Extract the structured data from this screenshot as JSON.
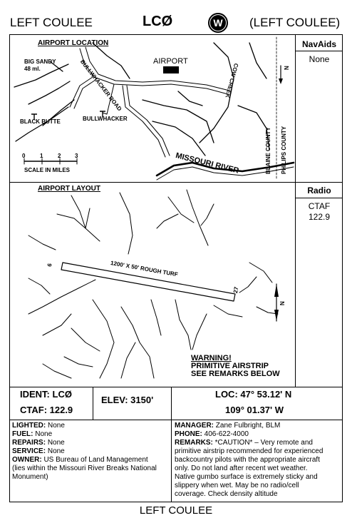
{
  "header": {
    "name_left": "LEFT COULEE",
    "identifier": "LCØ",
    "badge_letter": "W",
    "name_right": "(LEFT COULEE)"
  },
  "location_map": {
    "title": "AIRPORT LOCATION",
    "labels": {
      "big_sandy_1": "BIG SANDY",
      "big_sandy_2": "48 ml.",
      "bullwhacker_road": "BULLWHACKER ROAD",
      "airport": "AIRPORT",
      "cow_creek": "COW CREEK",
      "black_butte": "BLACK BUTTE",
      "bullwhacker": "BULLWHACKER",
      "missouri_river": "MISSOURI RIVER",
      "blaine_county": "BLAINE COUNTY",
      "philips_county": "PHILIPS COUNTY",
      "north": "N",
      "scale_caption": "SCALE IN MILES",
      "scale_ticks": [
        "0",
        "1",
        "2",
        "3"
      ]
    }
  },
  "navaids": {
    "heading": "NavAids",
    "value": "None"
  },
  "layout_map": {
    "title": "AIRPORT LAYOUT",
    "runway_label": "1200' X 50' ROUGH TURF",
    "runway_end_a": "9",
    "runway_end_b": "27",
    "north": "N",
    "warning_1": "WARNING!",
    "warning_2": "PRIMITIVE AIRSTRIP",
    "warning_3": "SEE REMARKS BELOW"
  },
  "radio": {
    "heading": "Radio",
    "line1": "CTAF",
    "line2": "122.9"
  },
  "info": {
    "ident": "IDENT: LCØ",
    "ctaf": "CTAF: 122.9",
    "elev": "ELEV: 3150'",
    "loc_lat": "LOC: 47° 53.12' N",
    "loc_lon": "109° 01.37' W"
  },
  "details_left": [
    {
      "label": "LIGHTED:",
      "value": " None"
    },
    {
      "label": "FUEL:",
      "value": " None"
    },
    {
      "label": "REPAIRS:",
      "value": " None"
    },
    {
      "label": "SERVICE:",
      "value": " None"
    },
    {
      "label": "OWNER:",
      "value": " US Bureau of Land Management"
    },
    {
      "label": "",
      "value": "(lies within the Missouri River Breaks National"
    },
    {
      "label": "",
      "value": "Monument)"
    }
  ],
  "details_right": [
    {
      "label": "MANAGER:",
      "value": "  Zane Fulbright, BLM"
    },
    {
      "label": "PHONE:",
      "value": " 406-622-4000"
    },
    {
      "label": "REMARKS:",
      "value": " *CAUTION* – Very remote and"
    },
    {
      "label": "",
      "value": "primitive airstrip recommended for experienced"
    },
    {
      "label": "",
      "value": "backcountry pilots with the appropriate aircraft"
    },
    {
      "label": "",
      "value": "only.  Do not land after recent wet weather."
    },
    {
      "label": "",
      "value": "Native gumbo surface is extremely sticky and"
    },
    {
      "label": "",
      "value": "slippery when wet.  May be no radio/cell"
    },
    {
      "label": "",
      "value": "coverage.  Check density altitude"
    }
  ],
  "footer": "LEFT COULEE"
}
